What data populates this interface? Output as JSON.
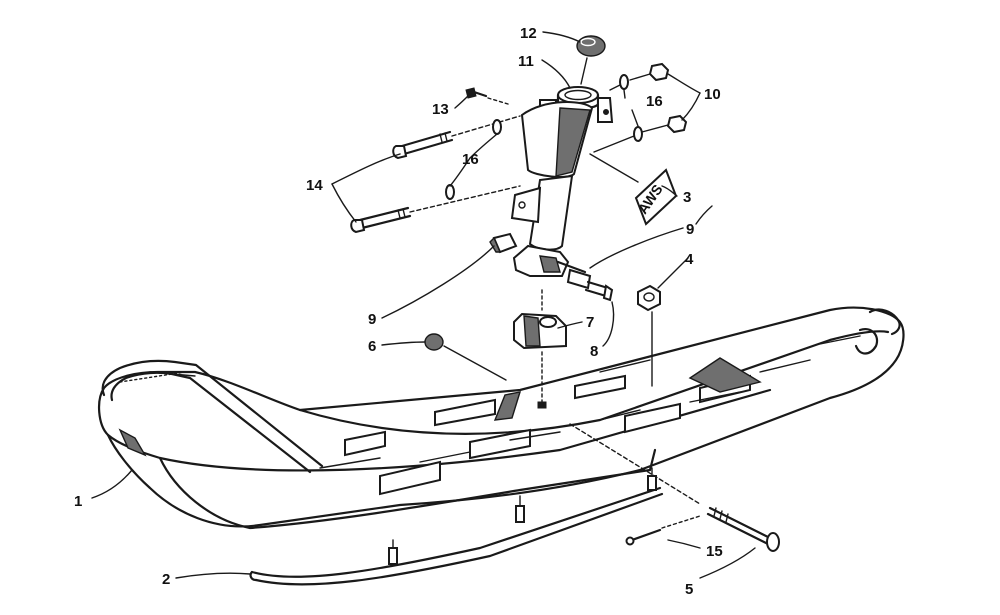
{
  "diagram": {
    "callouts": {
      "c1": "1",
      "c2": "2",
      "c3": "3",
      "c4": "4",
      "c5": "5",
      "c6": "6",
      "c7": "7",
      "c8": "8",
      "c9a": "9",
      "c9b": "9",
      "c10": "10",
      "c11": "11",
      "c12": "12",
      "c13": "13",
      "c14": "14",
      "c15": "15",
      "c16a": "16",
      "c16b": "16"
    },
    "decal_text": "AWS"
  }
}
